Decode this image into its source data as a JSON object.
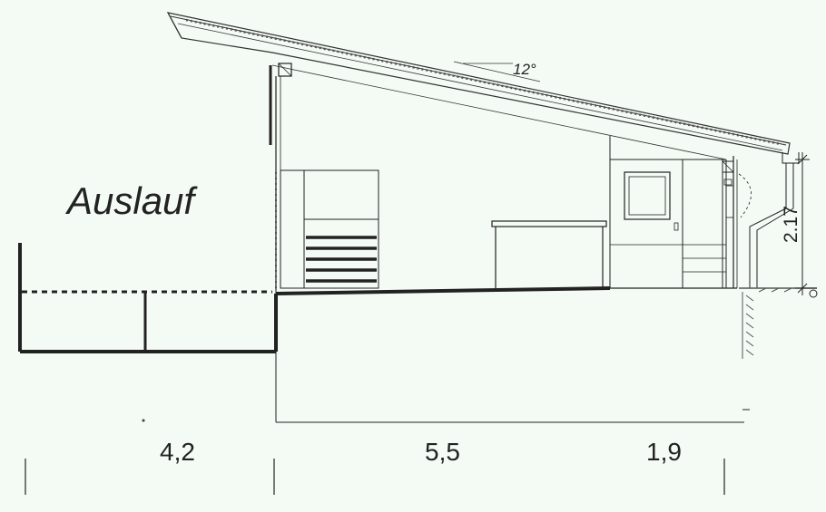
{
  "labels": {
    "area": "Auslauf",
    "roof_angle": "12°",
    "height": "2.17"
  },
  "dimensions": [
    "4,2",
    "5,5",
    "1,9"
  ],
  "colors": {
    "background": "#f4fbf4",
    "line": "#222222",
    "hatch": "#555555"
  }
}
